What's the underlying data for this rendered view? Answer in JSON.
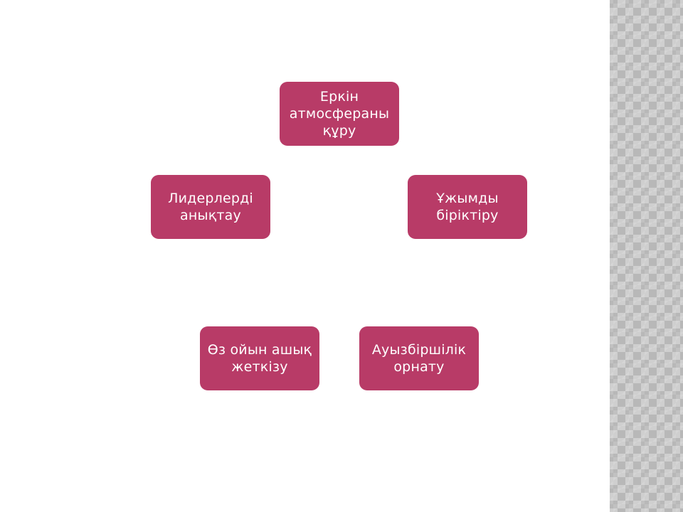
{
  "diagram": {
    "nodes": [
      {
        "id": "node-1",
        "label": "Еркін атмосфераны құру"
      },
      {
        "id": "node-2",
        "label": "Ұжымды біріктіру"
      },
      {
        "id": "node-3",
        "label": "Ауызбіршілік орнату"
      },
      {
        "id": "node-4",
        "label": "Өз ойын ашық жеткізу"
      },
      {
        "id": "node-5",
        "label": "Лидерлерді анықтау"
      }
    ]
  },
  "colors": {
    "node_fill": "#b83b67",
    "node_text": "#ffffff",
    "background": "#ffffff",
    "side_pattern": "#b8b8b8"
  }
}
